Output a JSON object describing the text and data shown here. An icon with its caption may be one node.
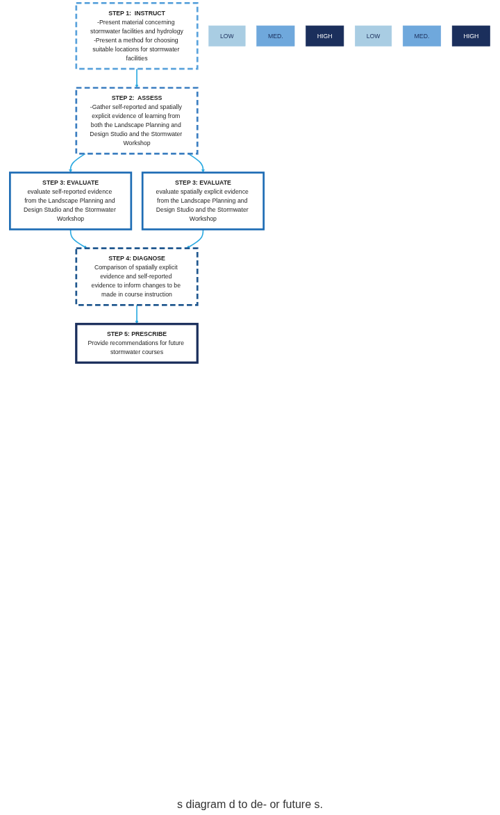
{
  "diagram": {
    "nodes": [
      {
        "text": [
          "STEP 1:  INSTRUCT",
          "-Present material concerning stormwater facilities and hydrology",
          "-Present a method for choosing suitable locations for stormwater facilities"
        ]
      },
      {
        "text": [
          "STEP 2:  ASSESS",
          "-Gather self-reported and spatially explicit evidence of learning from both the Landscape Planning and Design Studio and the Stormwater Workshop"
        ]
      },
      {
        "text": [
          "STEP 3: EVALUATE",
          "evaluate self-reported evidence from the Landscape Planning and Design Studio and the Stormwater Workshop"
        ]
      },
      {
        "text": [
          "LOW"
        ]
      },
      {
        "text": [
          "MED."
        ]
      },
      {
        "text": [
          "HIGH"
        ]
      },
      {
        "text": [
          "STEP 3: EVALUATE",
          "evaluate spatially explicit evidence from the Landscape Planning and Design Studio and the Stormwater Workshop"
        ]
      },
      {
        "text": [
          "LOW"
        ]
      },
      {
        "text": [
          "MED."
        ]
      },
      {
        "text": [
          "HIGH"
        ]
      },
      {
        "text": [
          "STEP 4: DIAGNOSE",
          "Comparison of spatially explicit evidence and self-reported evidence to inform changes to be made in course instruction"
        ]
      },
      {
        "text": [
          "STEP 5: PRESCRIBE",
          "Provide recommendations for future stormwater courses"
        ]
      }
    ],
    "edges": [
      {
        "from": 0,
        "to": 1,
        "arrow": "to"
      },
      {
        "from": 1,
        "to": 2,
        "arrow": "to"
      },
      {
        "from": 1,
        "to": 6,
        "arrow": "to"
      },
      {
        "from": 2,
        "to": 10,
        "arrow": "to"
      },
      {
        "from": 6,
        "to": 10,
        "arrow": "to"
      },
      {
        "from": 10,
        "to": 11,
        "arrow": "to"
      }
    ],
    "labels": [
      "s diagram d to de- or future s."
    ]
  }
}
